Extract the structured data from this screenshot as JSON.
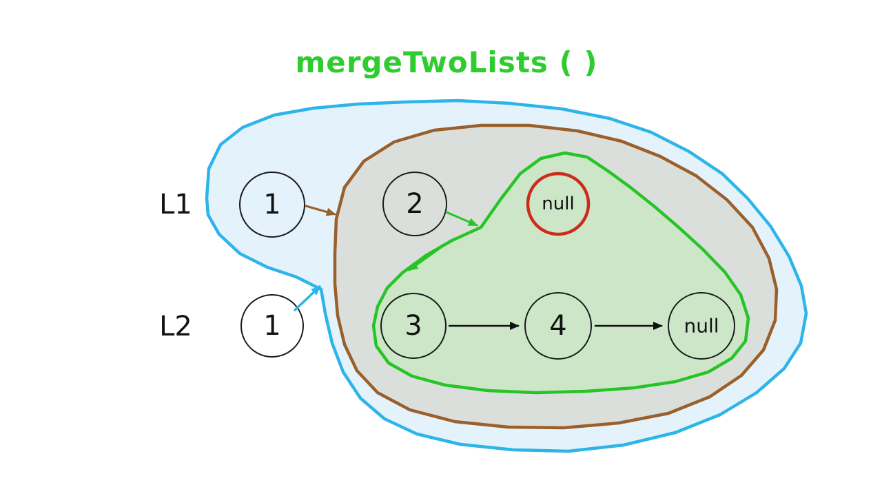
{
  "title": "mergeTwoLists ( )",
  "labels": {
    "l1": "L1",
    "l2": "L2"
  },
  "nodes": {
    "l1_node1": "1",
    "l1_node2": "2",
    "l1_null": "null",
    "l2_node1": "1",
    "merged_node3": "3",
    "merged_node4": "4",
    "merged_null": "null"
  },
  "colors": {
    "title_green": "#2ecc2e",
    "outer_blob_stroke": "#2db4e8",
    "outer_blob_fill": "#e3f2fb",
    "mid_blob_stroke": "#9a5f2a",
    "mid_blob_fill": "#dbdfdc",
    "inner_blob_stroke": "#27c427",
    "inner_blob_fill": "#cde6c8",
    "null_ring_red": "#cc2b1c",
    "node_stroke": "#1a1a1a",
    "arrow_black": "#111111"
  }
}
